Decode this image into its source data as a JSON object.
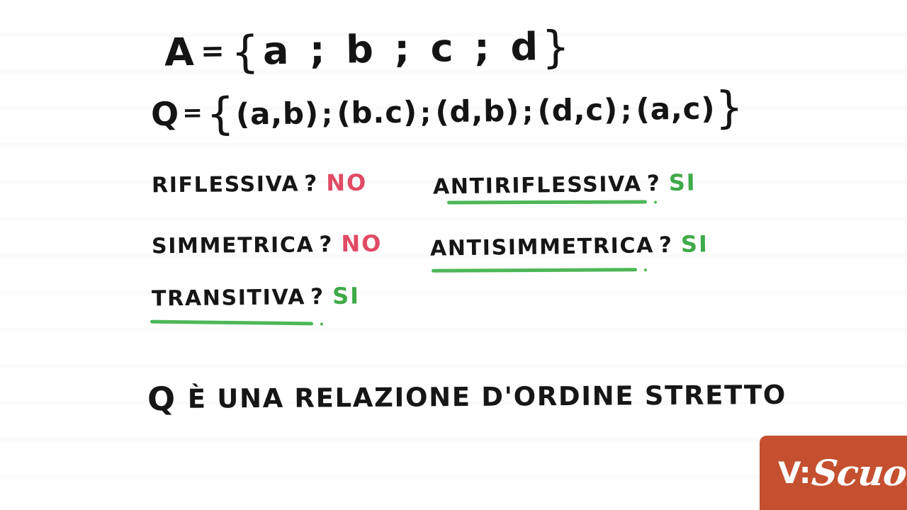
{
  "board": {
    "background_color": "#ffffff",
    "ink_color": "#141414",
    "yes_color": "#3faa48",
    "no_color": "#e14a64",
    "underline_color": "#4cb757"
  },
  "set_a": {
    "name": "A",
    "equals": "=",
    "open_brace": "{",
    "elements": "a ; b ; c ; d",
    "close_brace": "}",
    "full_text": "A = {a ; b ; c ; d}"
  },
  "set_q": {
    "name": "Q",
    "equals": "=",
    "open_brace": "{",
    "pairs": [
      "(a,b)",
      "(b.c)",
      "(d,b)",
      "(d,c)",
      "(a,c)"
    ],
    "separator": ";",
    "close_brace": "}",
    "full_text": "Q = {(a,b); (b.c); (d,b); (d,c); (a,c)}"
  },
  "properties": {
    "left_column": [
      {
        "label": "RIFLESSIVA",
        "question_mark": "?",
        "answer": "NO",
        "answer_kind": "no",
        "underlined": false
      },
      {
        "label": "SIMMETRICA",
        "question_mark": "?",
        "answer": "NO",
        "answer_kind": "no",
        "underlined": false
      },
      {
        "label": "TRANSITIVA",
        "question_mark": "?",
        "answer": "SI",
        "answer_kind": "si",
        "underlined": true
      }
    ],
    "right_column": [
      {
        "label": "ANTIRIFLESSIVA",
        "question_mark": "?",
        "answer": "SI",
        "answer_kind": "si",
        "underlined": true
      },
      {
        "label": "ANTISIMMETRICA",
        "question_mark": "?",
        "answer": "SI",
        "answer_kind": "si",
        "underlined": true
      }
    ]
  },
  "conclusion": {
    "subject": "Q",
    "text": "È UNA RELAZIONE D'ORDINE STRETTO",
    "full_text": "Q È UNA RELAZIONE D'ORDINE STRETTO"
  },
  "logo": {
    "prefix": "V:",
    "name": "Scuola",
    "badge_color": "#c5502f",
    "text_color": "#ffffff"
  }
}
